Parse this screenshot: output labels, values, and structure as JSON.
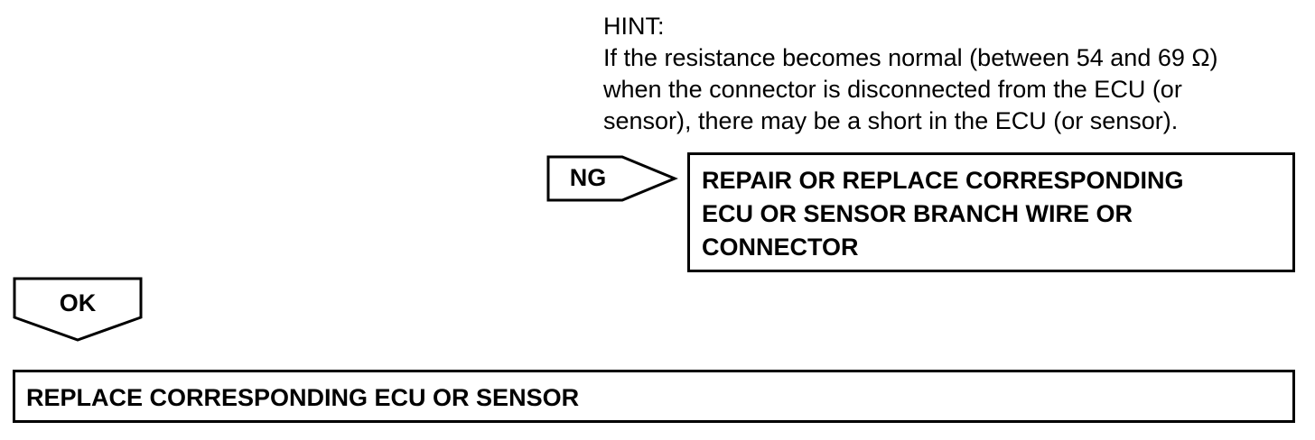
{
  "hint": {
    "title": "HINT:",
    "lines": [
      "If the resistance becomes normal (between 54 and 69 Ω)",
      "when the connector is disconnected from the ECU (or",
      "sensor), there may be a short in the ECU (or sensor)."
    ]
  },
  "ng_branch": {
    "label": "NG",
    "result_lines": [
      "REPAIR OR REPLACE CORRESPONDING",
      "ECU OR SENSOR BRANCH WIRE OR",
      "CONNECTOR"
    ]
  },
  "ok_branch": {
    "label": "OK",
    "result": "REPLACE CORRESPONDING ECU OR SENSOR"
  },
  "colors": {
    "stroke": "#000000",
    "background": "#ffffff"
  }
}
